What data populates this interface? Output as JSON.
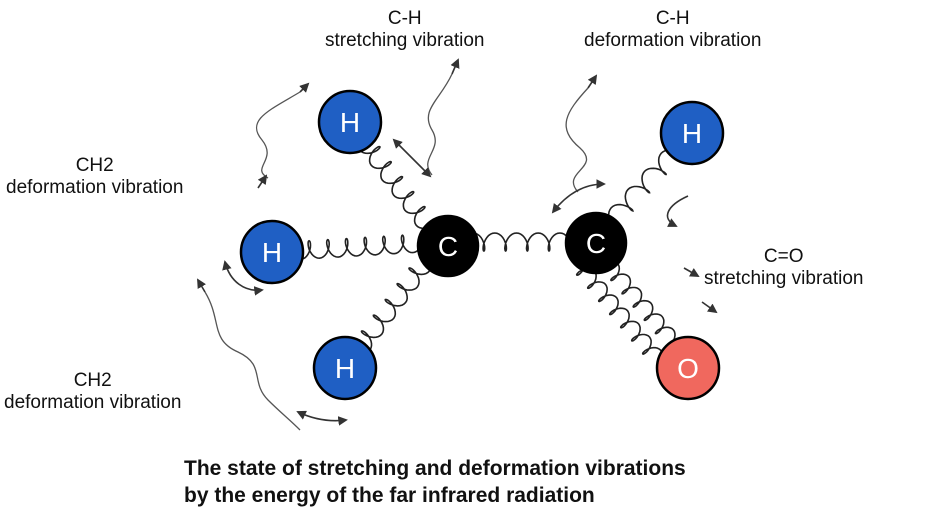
{
  "labels": {
    "ch_stretch": {
      "line1": "C-H",
      "line2": "stretching vibration"
    },
    "ch_deform": {
      "line1": "C-H",
      "line2": "deformation vibration"
    },
    "ch2_deform_upper": {
      "line1": "CH2",
      "line2": "deformation vibration"
    },
    "ch2_deform_lower": {
      "line1": "CH2",
      "line2": "deformation vibration"
    },
    "co_stretch": {
      "line1": "C=O",
      "line2": "stretching vibration"
    }
  },
  "atoms": {
    "carbon_symbol": "C",
    "hydrogen_symbol": "H",
    "oxygen_symbol": "O"
  },
  "caption": {
    "line1": "The state of stretching and deformation vibrations",
    "line2": "by the energy of the far infrared radiation"
  },
  "colors": {
    "hydrogen": "#1f5fc4",
    "carbon": "#000000",
    "oxygen": "#f0685e",
    "bond": "#222222",
    "arrow": "#333333"
  }
}
